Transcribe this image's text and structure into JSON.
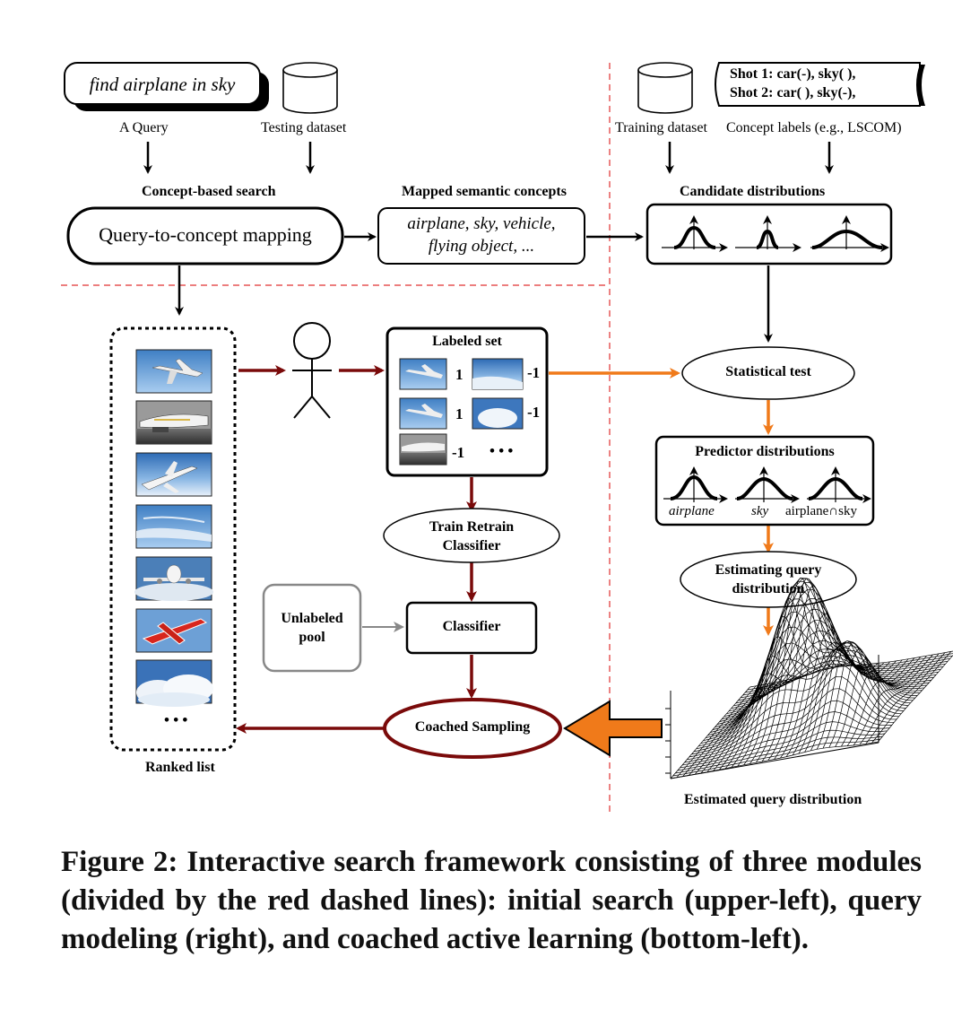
{
  "query_box": {
    "text": "find airplane in sky"
  },
  "labels": {
    "a_query": "A Query",
    "testing_dataset": "Testing dataset",
    "training_dataset": "Training dataset",
    "concept_labels": "Concept labels (e.g., LSCOM)",
    "concept_based_search": "Concept-based search",
    "mapped_semantic_concepts": "Mapped semantic concepts",
    "candidate_distributions": "Candidate distributions",
    "ranked_list": "Ranked list",
    "estimated_query_distribution": "Estimated query distribution"
  },
  "shots": {
    "line1": "Shot 1: car(-), sky( ),",
    "line2": "Shot 2: car( ), sky(-),"
  },
  "mapping_box": {
    "text": "Query-to-concept mapping"
  },
  "concepts_box": {
    "line1": "airplane, sky, vehicle,",
    "line2": "flying  object, ..."
  },
  "labeled_set": {
    "title": "Labeled set",
    "items": [
      "1",
      "-1",
      "1",
      "-1",
      "-1"
    ],
    "ellipsis": "• • •"
  },
  "ranked_ellipsis": "• • •",
  "statistical_test": "Statistical test",
  "predictor": {
    "title": "Predictor distributions",
    "labels": [
      "airplane",
      "sky",
      "airplane∩sky"
    ]
  },
  "estimating": {
    "line1": "Estimating query",
    "line2": "distribution"
  },
  "train_retrain": {
    "line1": "Train Retrain",
    "line2": "Classifier"
  },
  "unlabeled_pool": {
    "line1": "Unlabeled",
    "line2": "pool"
  },
  "classifier": "Classifier",
  "coached_sampling": "Coached Sampling",
  "caption": "Figure 2:  Interactive search framework consisting of three modules (divided by the red dashed lines):  initial search (upper-left), query modeling (right), and coached active learning (bottom-left).",
  "colors": {
    "dark_red": "#7a0a0a",
    "orange": "#f07a1a",
    "divider": "#e03030",
    "gray": "#888888"
  },
  "icons": [
    "database-icon",
    "person-icon",
    "gaussian-curve-icon",
    "surface-plot-icon",
    "airplane-photo",
    "sky-photo"
  ]
}
